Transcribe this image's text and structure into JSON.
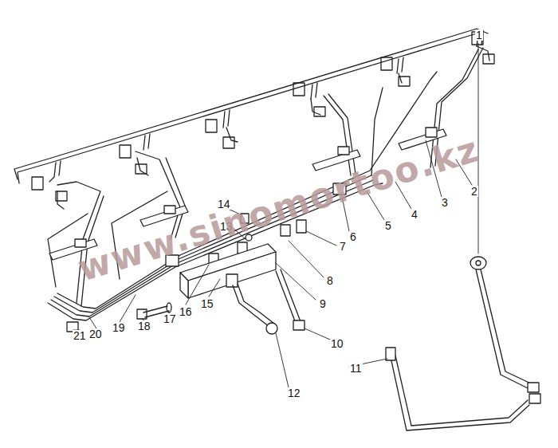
{
  "diagram": {
    "labels": [
      "1",
      "2",
      "3",
      "4",
      "5",
      "6",
      "7",
      "8",
      "9",
      "10",
      "11",
      "12",
      "13",
      "14",
      "15",
      "16",
      "17",
      "18",
      "19",
      "20",
      "21",
      "www.sinomortoo.kz"
    ]
  }
}
